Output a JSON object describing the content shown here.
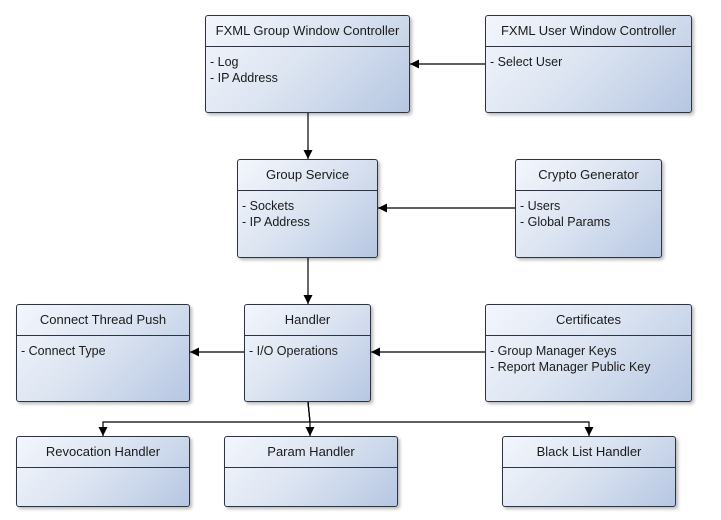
{
  "boxes": {
    "fxml_group": {
      "title": "FXML Group Window Controller",
      "attrs": [
        "- Log",
        "- IP Address"
      ]
    },
    "fxml_user": {
      "title": "FXML User Window Controller",
      "attrs": [
        "- Select User"
      ]
    },
    "group_service": {
      "title": "Group Service",
      "attrs": [
        "- Sockets",
        "- IP Address"
      ]
    },
    "crypto_generator": {
      "title": "Crypto Generator",
      "attrs": [
        "- Users",
        "- Global Params"
      ]
    },
    "connect_thread_push": {
      "title": "Connect Thread Push",
      "attrs": [
        "- Connect Type"
      ]
    },
    "handler": {
      "title": "Handler",
      "attrs": [
        "- I/O Operations"
      ]
    },
    "certificates": {
      "title": "Certificates",
      "attrs": [
        "- Group Manager Keys",
        "- Report Manager Public Key"
      ]
    },
    "revocation_handler": {
      "title": "Revocation Handler",
      "attrs": []
    },
    "param_handler": {
      "title": "Param Handler",
      "attrs": []
    },
    "black_list_handler": {
      "title": "Black List Handler",
      "attrs": []
    }
  },
  "edges": [
    {
      "from": "fxml_user",
      "to": "fxml_group"
    },
    {
      "from": "fxml_group",
      "to": "group_service"
    },
    {
      "from": "crypto_generator",
      "to": "group_service"
    },
    {
      "from": "group_service",
      "to": "handler"
    },
    {
      "from": "handler",
      "to": "connect_thread_push"
    },
    {
      "from": "certificates",
      "to": "handler"
    },
    {
      "from": "handler",
      "to": "revocation_handler"
    },
    {
      "from": "handler",
      "to": "param_handler"
    },
    {
      "from": "handler",
      "to": "black_list_handler"
    }
  ]
}
